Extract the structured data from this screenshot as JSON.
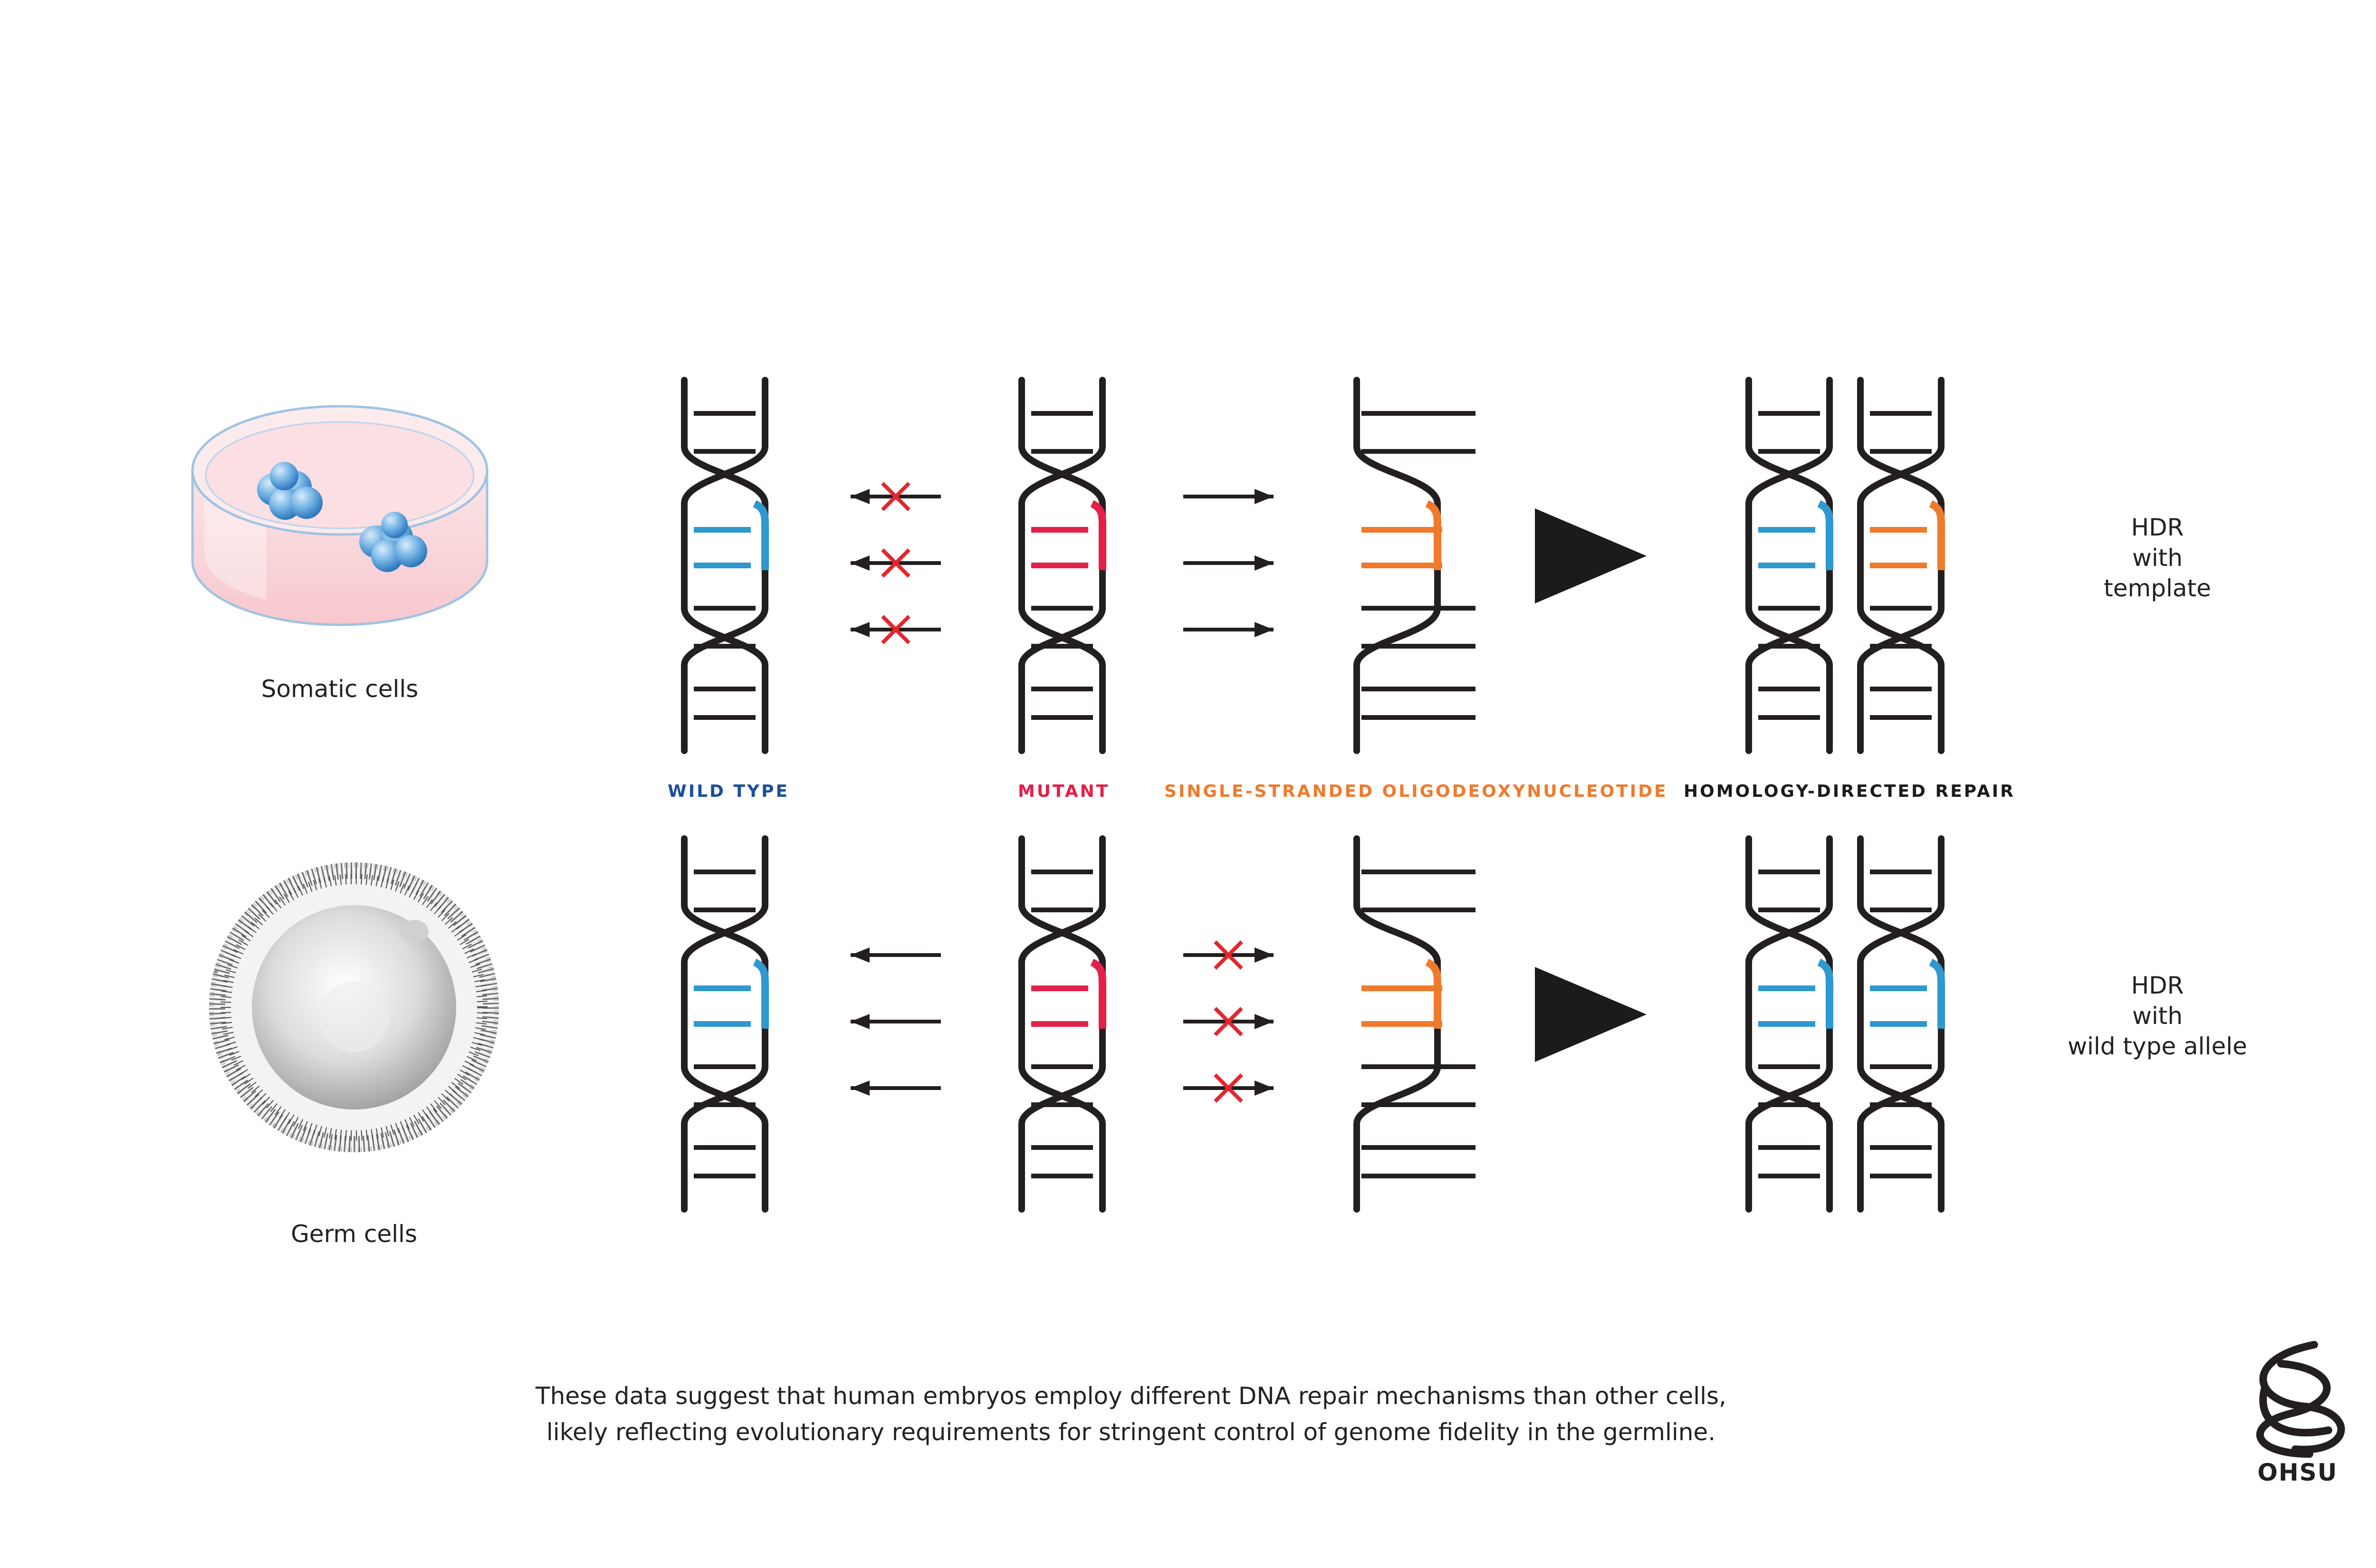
{
  "cells": {
    "somatic_label": "Somatic cells",
    "germ_label": "Germ cells"
  },
  "categories": {
    "wild_type": "WILD TYPE",
    "mutant": "MUTANT",
    "ssodn": "SINGLE-STRANDED OLIGODEOXYNUCLEOTIDE",
    "hdr": "HOMOLOGY-DIRECTED REPAIR"
  },
  "outcomes": {
    "top": [
      "HDR",
      "with",
      "template"
    ],
    "bottom": [
      "HDR",
      "with",
      "wild type allele"
    ]
  },
  "caption": {
    "line1": "These data suggest that human embryos employ different DNA repair mechanisms than other cells,",
    "line2": "likely reflecting evolutionary requirements for stringent control of genome fidelity in the germline."
  },
  "logo": {
    "text": "OHSU"
  },
  "colors": {
    "wild_type": "#2F98CE",
    "mutant": "#E2204A",
    "template": "#F07A2C",
    "strand": "#231F20",
    "block": "#1B1B1B",
    "label_blue": "#1B4F9B",
    "cross": "#E3262F"
  },
  "icons": [
    "petri-dish-icon",
    "egg-cell-icon",
    "dna-helix-icon",
    "arrow-icon",
    "cross-icon",
    "play-triangle-icon",
    "ohsu-logo-icon"
  ]
}
